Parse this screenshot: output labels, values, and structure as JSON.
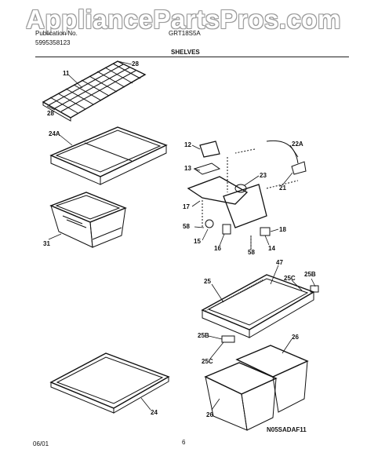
{
  "watermark": "AppliancePartsPros.com",
  "header": {
    "publication_label": "Publication No.",
    "publication_number": "5995358123",
    "model": "GRT18S5A",
    "section_title": "SHELVES"
  },
  "callouts": [
    "11",
    "28",
    "28",
    "24A",
    "31",
    "12",
    "22A",
    "13",
    "23",
    "21",
    "17",
    "58",
    "15",
    "16",
    "58",
    "14",
    "18",
    "47",
    "25B",
    "25",
    "25C",
    "25B",
    "26",
    "25C",
    "26",
    "24"
  ],
  "footer": {
    "date": "06/01",
    "page": "6",
    "code": "N05SADAF11"
  }
}
